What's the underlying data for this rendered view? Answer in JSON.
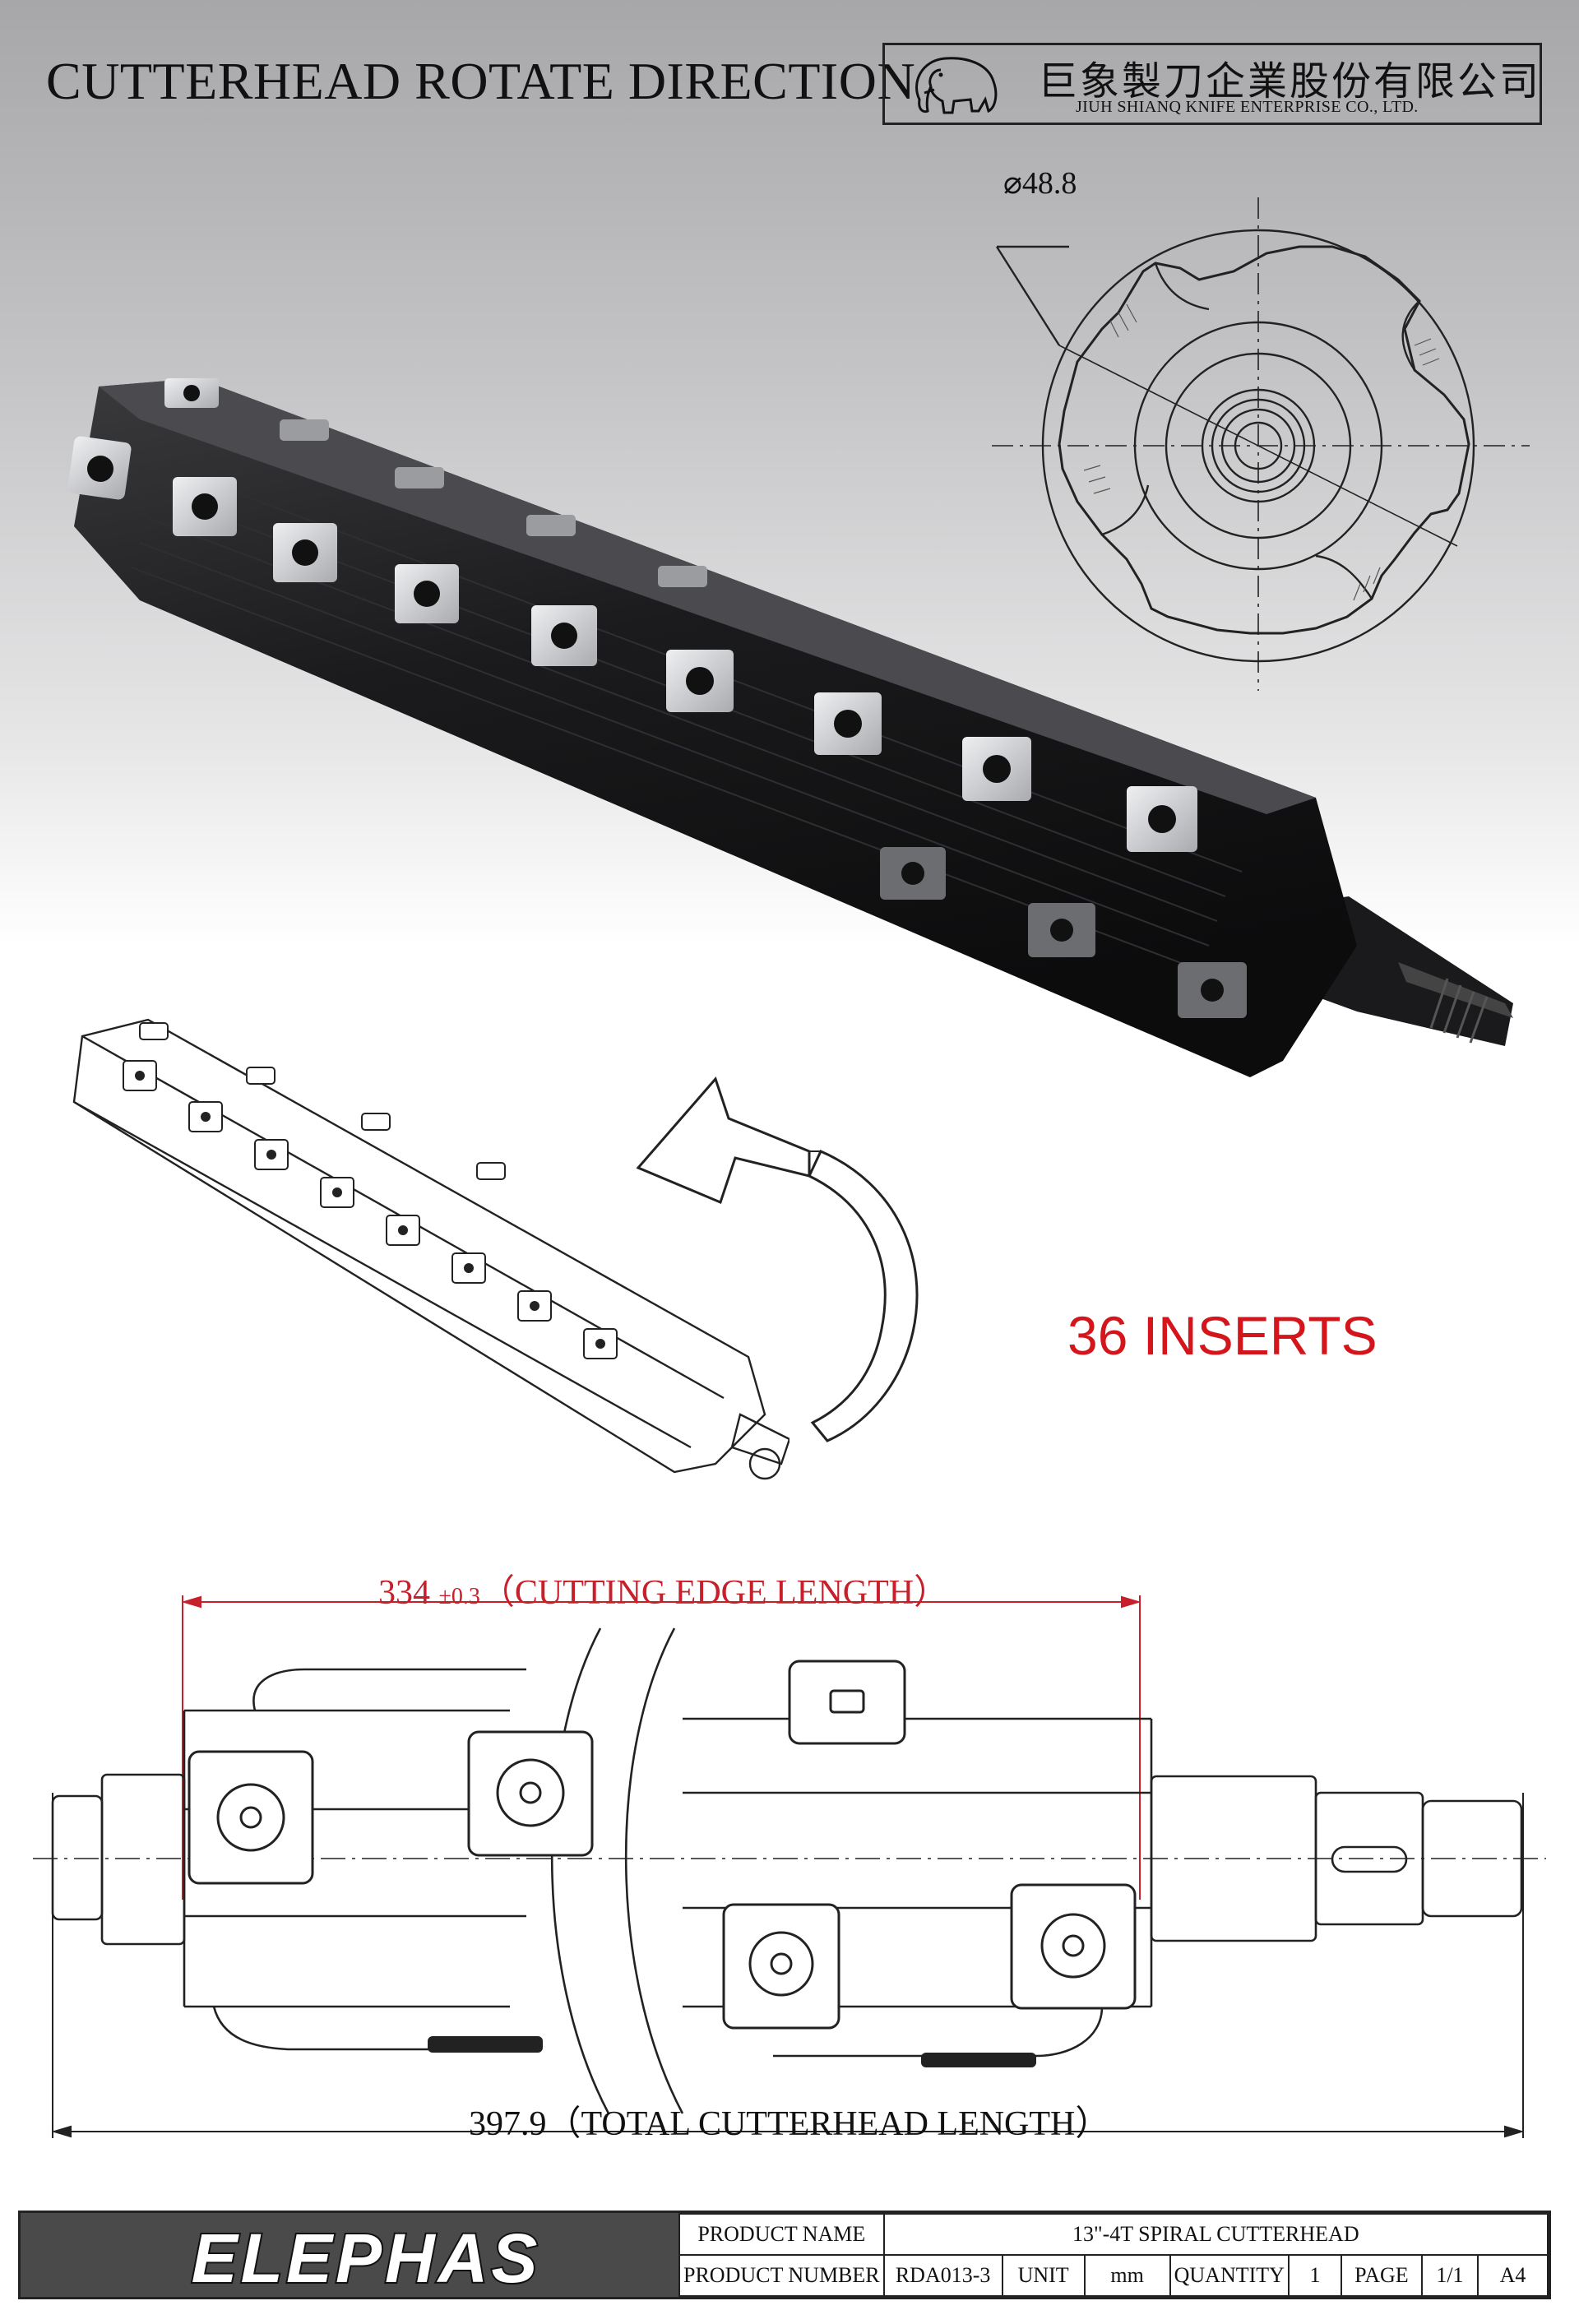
{
  "header": {
    "title": "CUTTERHEAD ROTATE DIRECTION",
    "company_cn": "巨象製刀企業股份有限公司",
    "company_en": "JIUH SHIANQ KNIFE ENTERPRISE CO., LTD."
  },
  "section_view": {
    "diameter_label": "⌀48.8"
  },
  "inserts_label": "36 INSERTS",
  "dimensions": {
    "cutting_value": "334",
    "cutting_tolerance": "±0.3",
    "cutting_text": "（CUTTING EDGE LENGTH）",
    "total_text": "397.9（TOTAL CUTTERHEAD LENGTH）"
  },
  "title_block": {
    "brand": "ELEPHAS",
    "product_name_label": "PRODUCT NAME",
    "product_name": "13\"-4T SPIRAL CUTTERHEAD",
    "product_number_label": "PRODUCT NUMBER",
    "product_number": "RDA013-3",
    "unit_label": "UNIT",
    "unit": "mm",
    "quantity_label": "QUANTITY",
    "quantity": "1",
    "page_label": "PAGE",
    "page": "1/1",
    "size": "A4"
  },
  "colors": {
    "accent_red": "#d4151b",
    "dimension_red": "#c8202a",
    "body_black": "#1c1c1e",
    "insert_silver": "#cfd1d4",
    "brand_bg": "#4a4a4a"
  },
  "icons": [
    "elephant-logo-icon",
    "rotate-direction-arrow-icon",
    "torx-screw-icon"
  ]
}
